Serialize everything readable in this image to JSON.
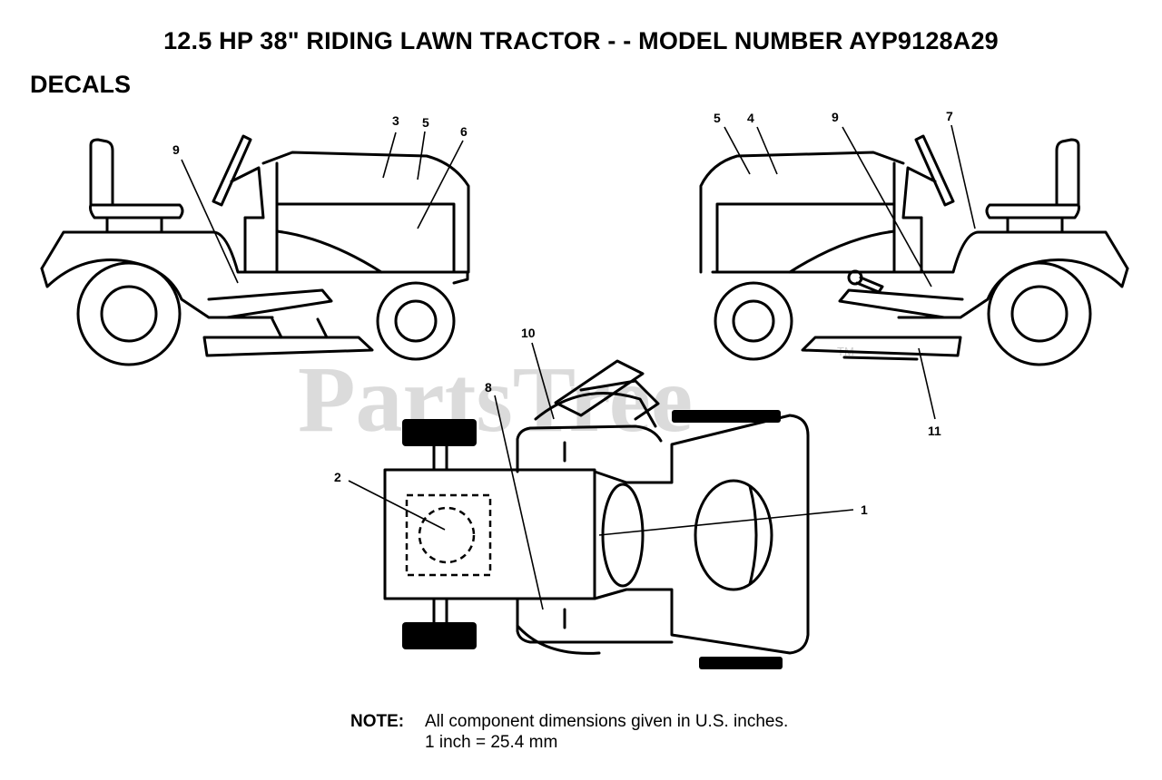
{
  "header": {
    "title": "12.5 HP 38\" RIDING LAWN TRACTOR - - MODEL NUMBER AYP9128A29",
    "section": "DECALS"
  },
  "callouts": {
    "left_view": [
      "9",
      "3",
      "5",
      "6"
    ],
    "right_view": [
      "5",
      "4",
      "9",
      "7",
      "11"
    ],
    "top_view": [
      "10",
      "8",
      "2",
      "1"
    ]
  },
  "watermark": {
    "text": "PartsTree",
    "mark": "TM"
  },
  "note": {
    "label": "NOTE:",
    "line1": "All component dimensions given in U.S. inches.",
    "line2": "1 inch = 25.4 mm"
  }
}
